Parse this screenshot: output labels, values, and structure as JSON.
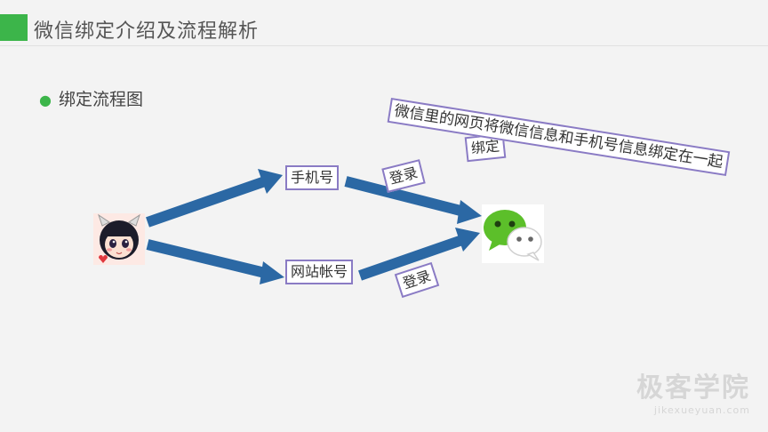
{
  "header": {
    "title": "微信绑定介绍及流程解析",
    "accent_color": "#3cb54a"
  },
  "content": {
    "bullet": "绑定流程图"
  },
  "diagram": {
    "node_phone": "手机号",
    "node_website": "网站帐号",
    "label_login_top": "登录",
    "label_login_bottom": "登录",
    "label_bind": "绑定",
    "note": "微信里的网页将微信信息和手机号信息绑定在一起",
    "arrow_color": "#2b68a4",
    "box_border_color": "#8a7bc4"
  },
  "watermark": {
    "main": "极客学院",
    "sub": "jikexueyuan.com"
  }
}
